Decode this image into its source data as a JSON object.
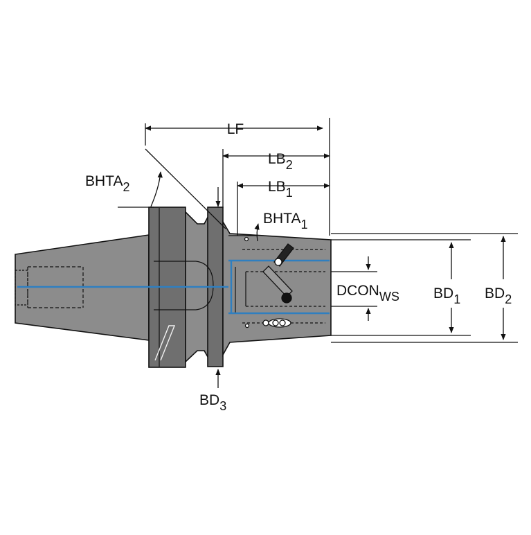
{
  "colors": {
    "body": "#8c8c8c",
    "body_dark": "#6f6f6f",
    "body_light": "#a3a3a3",
    "outline": "#111111",
    "coolant": "#2f7fc0"
  },
  "labels": {
    "lf": "LF",
    "lb2": {
      "base": "LB",
      "sub": "2"
    },
    "lb1": {
      "base": "LB",
      "sub": "1"
    },
    "bhta2": {
      "base": "BHTA",
      "sub": "2"
    },
    "bhta1": {
      "base": "BHTA",
      "sub": "1"
    },
    "dcon": {
      "base": "DCON",
      "sub": "WS"
    },
    "bd1": {
      "base": "BD",
      "sub": "1"
    },
    "bd2": {
      "base": "BD",
      "sub": "2"
    },
    "bd3": {
      "base": "BD",
      "sub": "3"
    }
  }
}
